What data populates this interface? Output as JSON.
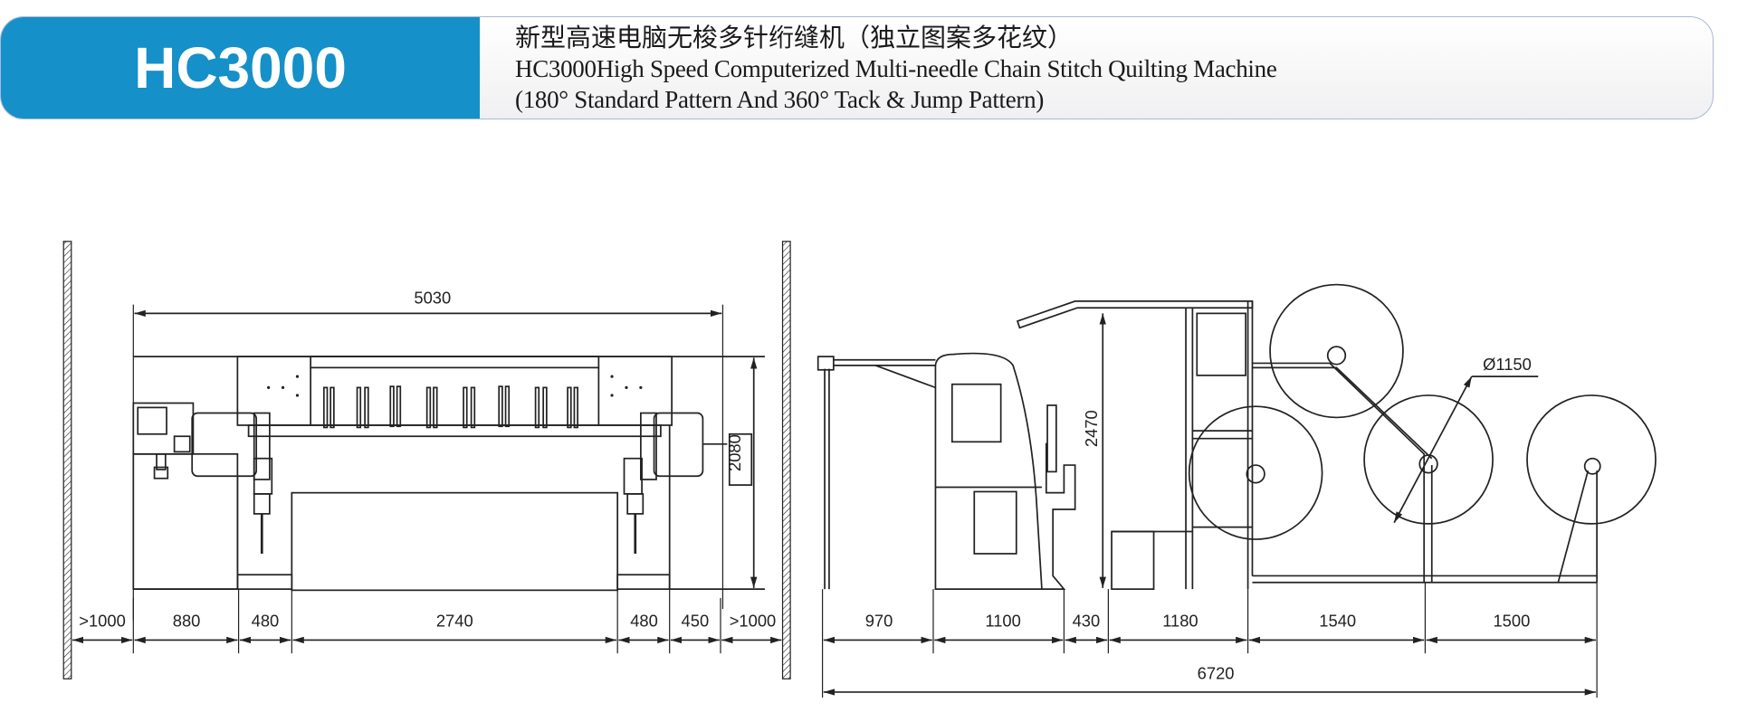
{
  "header": {
    "model": "HC3000",
    "title_cn": "新型高速电脑无梭多针绗缝机（独立图案多花纹）",
    "title_en": "HC3000High Speed Computerized Multi-needle Chain Stitch Quilting Machine",
    "subtitle_en": "(180° Standard Pattern And 360° Tack & Jump Pattern)",
    "brand_color": "#1590c8"
  },
  "front_view": {
    "overall_width": "5030",
    "height": "2080",
    "bottom_dims": [
      ">1000",
      "880",
      "480",
      "2740",
      "480",
      "450",
      ">1000"
    ]
  },
  "side_view": {
    "height": "2470",
    "roll_diameter": "Ø1150",
    "bottom_dims": [
      "970",
      "1100",
      "430",
      "1180",
      "1540",
      "1500"
    ],
    "overall_length": "6720"
  }
}
